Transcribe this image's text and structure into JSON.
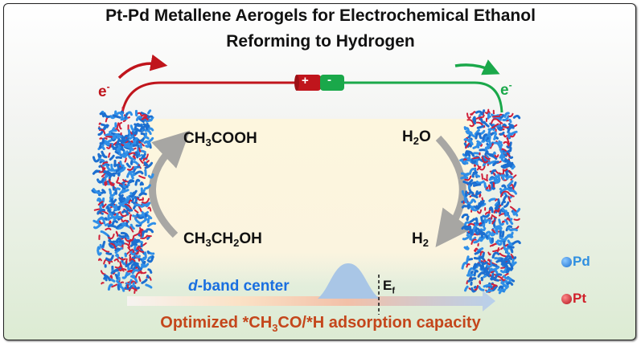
{
  "title": {
    "line1": "Pt-Pd Metallene Aerogels for Electrochemical Ethanol",
    "line2": "Reforming to Hydrogen"
  },
  "circuit": {
    "left_electron": "e",
    "right_electron": "e",
    "electron_charge": "-",
    "battery_plus": "+",
    "battery_minus": "-"
  },
  "anode": {
    "product_main": "CH",
    "product_sub": "3",
    "product_rest": "COOH",
    "reactant_a": "CH",
    "reactant_sub1": "3",
    "reactant_b": "CH",
    "reactant_sub2": "2",
    "reactant_c": "OH"
  },
  "cathode": {
    "reactant_main": "H",
    "reactant_sub": "2",
    "reactant_rest": "O",
    "product_main": "H",
    "product_sub": "2"
  },
  "dband": {
    "italic": "d",
    "label": "-band center",
    "fermi_main": "E",
    "fermi_sub": "f"
  },
  "bottom_caption": {
    "part1": "Optimized *CH",
    "sub": "3",
    "part2": "CO/*H adsorption capacity"
  },
  "legend": [
    {
      "label": "Pd",
      "color": "#2f8fe0"
    },
    {
      "label": "Pt",
      "color": "#d0202a"
    }
  ],
  "colors": {
    "red": "#c0151c",
    "green": "#1aa84a",
    "caption": "#c4461b",
    "dband_blue": "#1a6fe0",
    "bell": "#a9c6e6"
  }
}
